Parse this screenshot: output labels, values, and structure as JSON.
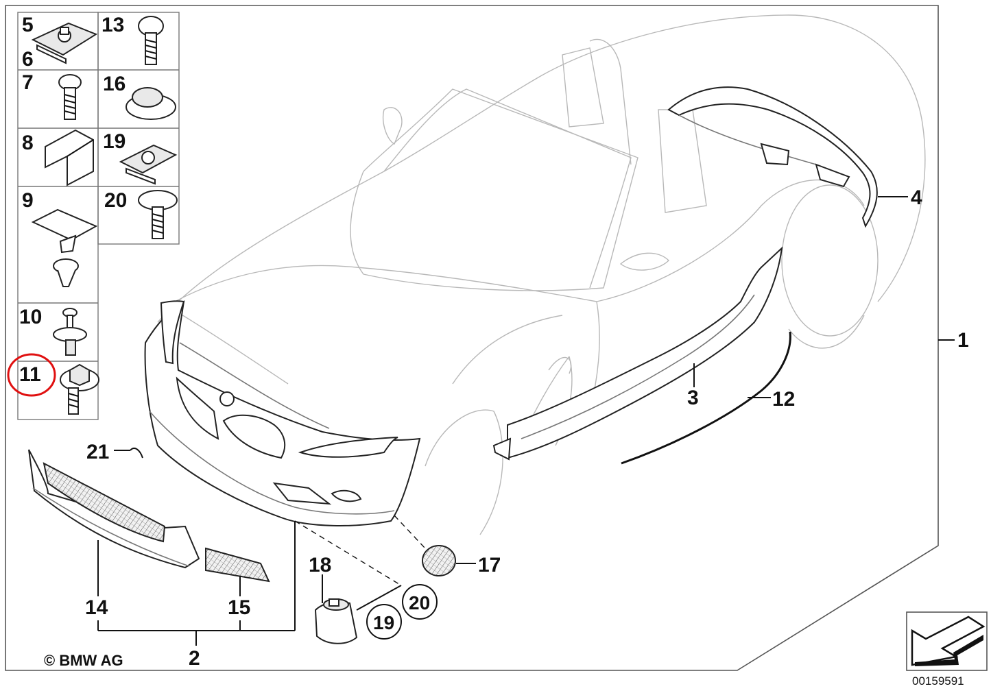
{
  "parts_grid": {
    "labels": [
      "5",
      "6",
      "7",
      "8",
      "9",
      "10",
      "11",
      "13",
      "16",
      "19",
      "20"
    ],
    "highlighted": "11",
    "highlight_color": "#e01010"
  },
  "callouts": {
    "c1": "1",
    "c2": "2",
    "c3": "3",
    "c4": "4",
    "c12": "12",
    "c14": "14",
    "c15": "15",
    "c17": "17",
    "c18": "18",
    "c19": "19",
    "c20": "20",
    "c21": "21"
  },
  "copyright": "© BMW AG",
  "doc_number": "00159591",
  "icons": [
    "nav-arrow-icon"
  ]
}
